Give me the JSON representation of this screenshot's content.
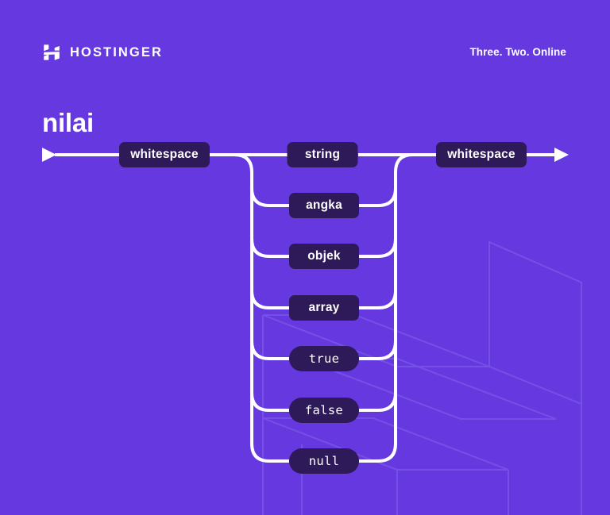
{
  "brand": {
    "wordmark": "HOSTINGER",
    "logo_icon": "hostinger-h-mark",
    "tagline": "Three. Two. Online",
    "background_color": "#6639e0",
    "node_color": "#2e1a58",
    "rail_color": "#ffffff",
    "watermark_color": "#7b55e8"
  },
  "page": {
    "title": "nilai"
  },
  "diagram": {
    "type": "railroad",
    "start_marker": "triangle-right",
    "end_marker": "arrow-right",
    "prefix": {
      "label": "whitespace",
      "kind": "nonterminal"
    },
    "suffix": {
      "label": "whitespace",
      "kind": "nonterminal"
    },
    "alternatives": [
      {
        "label": "string",
        "kind": "nonterminal"
      },
      {
        "label": "angka",
        "kind": "nonterminal"
      },
      {
        "label": "objek",
        "kind": "nonterminal"
      },
      {
        "label": "array",
        "kind": "nonterminal"
      },
      {
        "label": "true",
        "kind": "terminal"
      },
      {
        "label": "false",
        "kind": "terminal"
      },
      {
        "label": "null",
        "kind": "terminal"
      }
    ]
  }
}
